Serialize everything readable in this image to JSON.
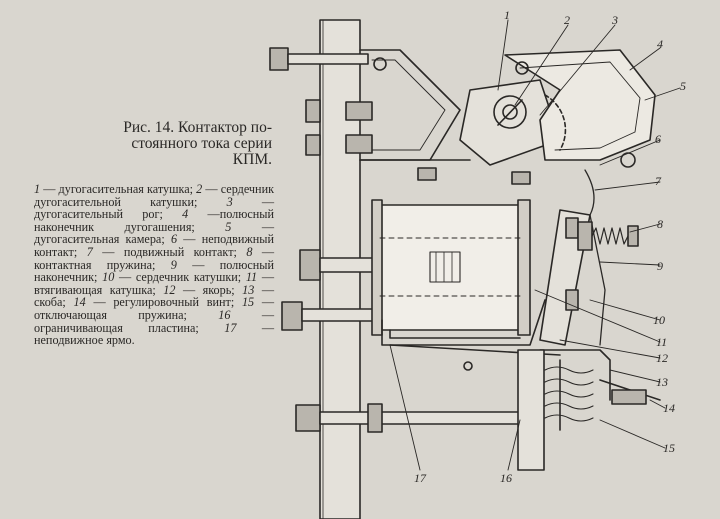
{
  "caption": {
    "title": "Рис. 14. Контактор по-",
    "line2": "стоянного тока серии",
    "line3": "КПМ."
  },
  "legend": [
    {
      "n": "1",
      "text": "— дугогасительная катушка;"
    },
    {
      "n": "2",
      "text": "— сердечник дугогасительной катушки;"
    },
    {
      "n": "3",
      "text": "— дугогасительный рог;"
    },
    {
      "n": "4",
      "text": "—полюсный наконечник дугогашения;"
    },
    {
      "n": "5",
      "text": "— дугогасительная камера;"
    },
    {
      "n": "6",
      "text": "— неподвижный контакт;"
    },
    {
      "n": "7",
      "text": "— подвижный контакт;"
    },
    {
      "n": "8",
      "text": "— контактная пружина;"
    },
    {
      "n": "9",
      "text": "— полюсный наконечник;"
    },
    {
      "n": "10",
      "text": "— сердечник катушки;"
    },
    {
      "n": "11",
      "text": "— втягивающая катушка;"
    },
    {
      "n": "12",
      "text": "— якорь;"
    },
    {
      "n": "13",
      "text": "— скоба;"
    },
    {
      "n": "14",
      "text": "— регулировочный винт;"
    },
    {
      "n": "15",
      "text": "—отключающая пружина;"
    },
    {
      "n": "16",
      "text": "— ограничивающая пластина;"
    },
    {
      "n": "17",
      "text": "— неподвижное ярмо."
    }
  ],
  "callouts": [
    "1",
    "2",
    "3",
    "4",
    "5",
    "6",
    "7",
    "8",
    "9",
    "10",
    "11",
    "12",
    "13",
    "14",
    "15",
    "16",
    "17"
  ]
}
